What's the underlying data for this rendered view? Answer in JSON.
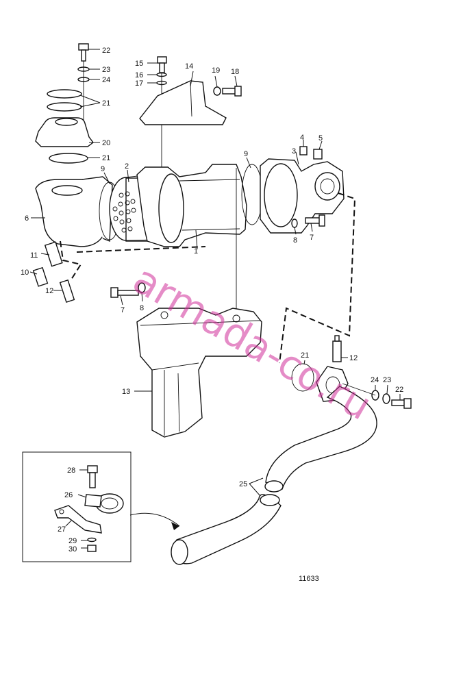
{
  "diagram": {
    "drawing_number": "11633",
    "watermark": "armada-co.ru",
    "callouts": {
      "c1": "1",
      "c2": "2",
      "c3": "3",
      "c4": "4",
      "c5": "5",
      "c6": "6",
      "c7a": "7",
      "c7b": "7",
      "c8a": "8",
      "c8b": "8",
      "c9a": "9",
      "c9b": "9",
      "c10": "10",
      "c11": "11",
      "c12a": "12",
      "c12b": "12",
      "c13": "13",
      "c14": "14",
      "c15": "15",
      "c16": "16",
      "c17": "17",
      "c18": "18",
      "c19": "19",
      "c20": "20",
      "c21a": "21",
      "c21b": "21",
      "c21c": "21",
      "c22a": "22",
      "c22b": "22",
      "c23a": "23",
      "c23b": "23",
      "c24a": "24",
      "c24b": "24",
      "c25": "25",
      "c26": "26",
      "c27": "27",
      "c28": "28",
      "c29": "29",
      "c30": "30"
    }
  }
}
